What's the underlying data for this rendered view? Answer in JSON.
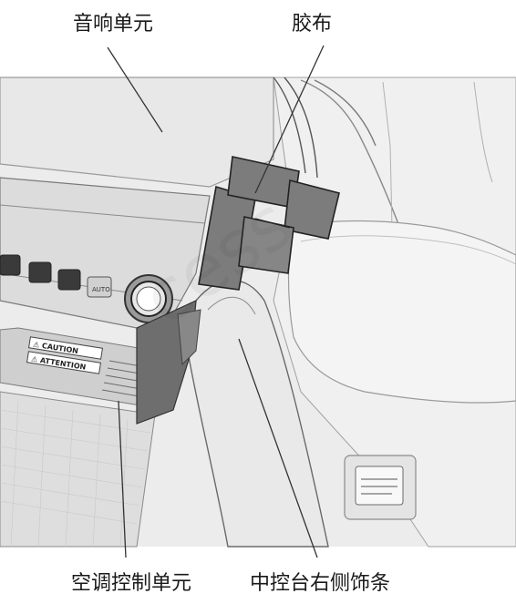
{
  "labels": {
    "audio_unit": "音响单元",
    "tape": "胶布",
    "ac_control_unit": "空调控制单元",
    "console_side_trim": "中控台右侧饰条"
  },
  "panel_text": {
    "caution": "⚠ CAUTION",
    "attention": "⚠ ATTENTION",
    "auto": "AUTO"
  },
  "watermark": "cess"
}
